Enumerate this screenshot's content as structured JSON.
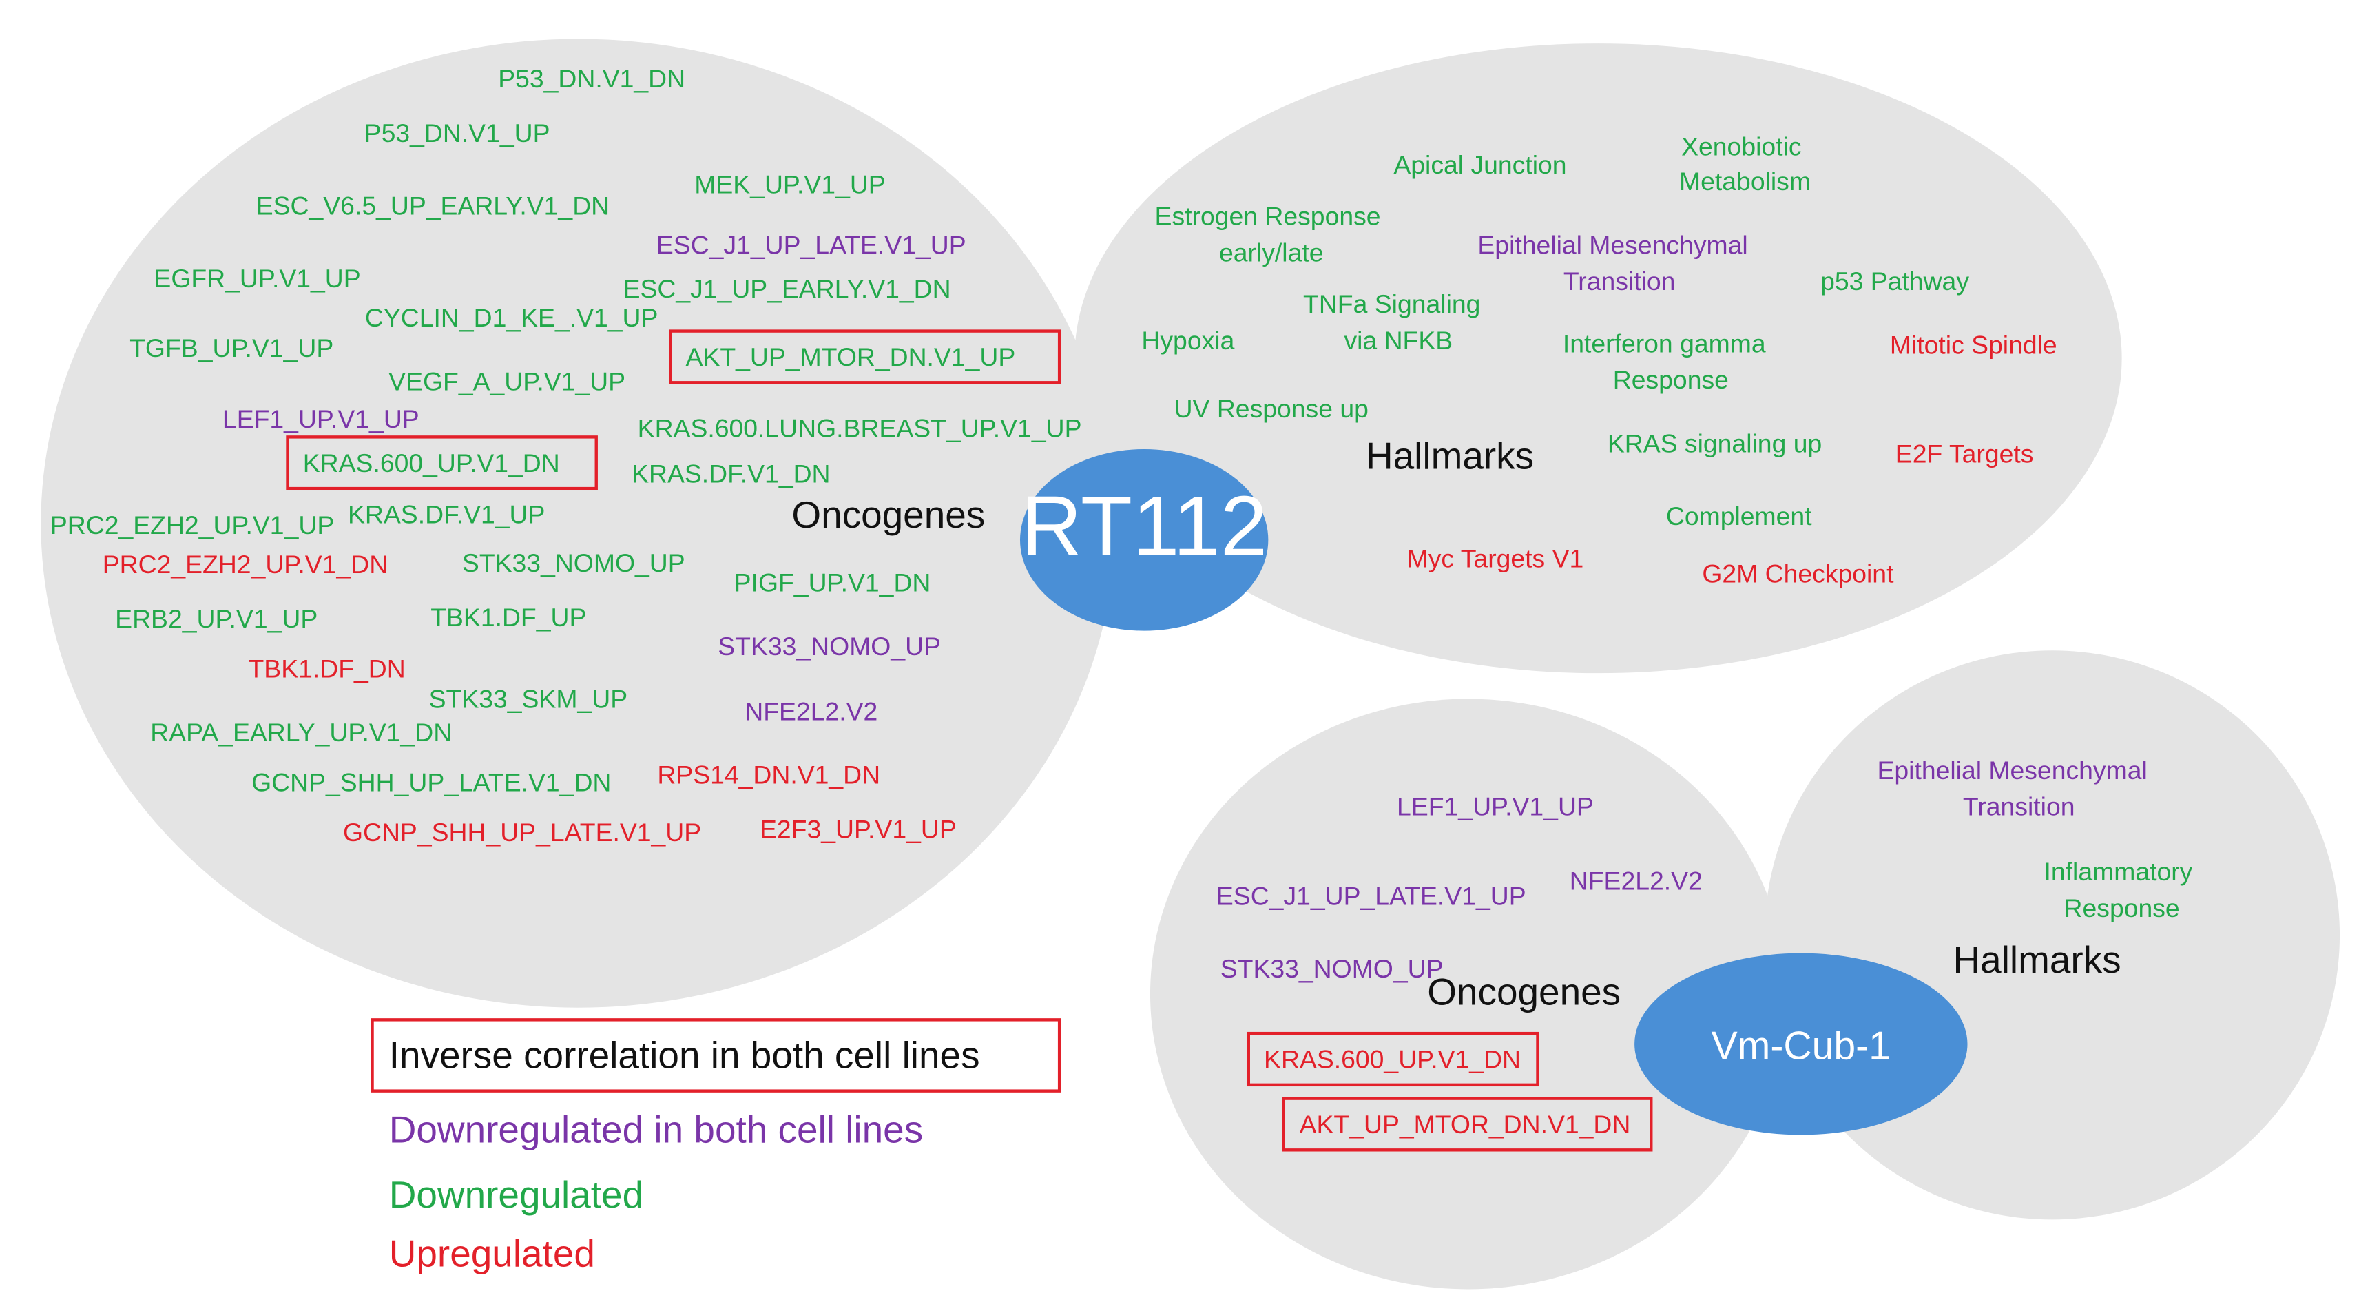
{
  "colors": {
    "ellipse_fill": "#e4e4e4",
    "center_fill": "#4a8fd6",
    "center_text": "#ffffff",
    "downregulated": "#22a84a",
    "downregulated_both": "#7a35a8",
    "upregulated": "#e3202a",
    "inverse_box": "#e3202a"
  },
  "rt112": {
    "cell_line": "RT112",
    "oncogenes": {
      "title": "Oncogenes",
      "genes": [
        {
          "label": "P53_DN.V1_DN",
          "class": "downregulated"
        },
        {
          "label": "P53_DN.V1_UP",
          "class": "downregulated"
        },
        {
          "label": "ESC_V6.5_UP_EARLY.V1_DN",
          "class": "downregulated"
        },
        {
          "label": "MEK_UP.V1_UP",
          "class": "downregulated"
        },
        {
          "label": "ESC_J1_UP_LATE.V1_UP",
          "class": "downregulated_both"
        },
        {
          "label": "EGFR_UP.V1_UP",
          "class": "downregulated"
        },
        {
          "label": "ESC_J1_UP_EARLY.V1_DN",
          "class": "downregulated"
        },
        {
          "label": "CYCLIN_D1_KE_.V1_UP",
          "class": "downregulated"
        },
        {
          "label": "TGFB_UP.V1_UP",
          "class": "downregulated"
        },
        {
          "label": "AKT_UP_MTOR_DN.V1_UP",
          "class": "downregulated",
          "inverse": true
        },
        {
          "label": "VEGF_A_UP.V1_UP",
          "class": "downregulated"
        },
        {
          "label": "LEF1_UP.V1_UP",
          "class": "downregulated_both"
        },
        {
          "label": "KRAS.600.LUNG.BREAST_UP.V1_UP",
          "class": "downregulated"
        },
        {
          "label": "KRAS.600_UP.V1_DN",
          "class": "downregulated",
          "inverse": true
        },
        {
          "label": "KRAS.DF.V1_DN",
          "class": "downregulated"
        },
        {
          "label": "PRC2_EZH2_UP.V1_UP",
          "class": "downregulated"
        },
        {
          "label": "KRAS.DF.V1_UP",
          "class": "downregulated"
        },
        {
          "label": "PRC2_EZH2_UP.V1_DN",
          "class": "upregulated"
        },
        {
          "label": "STK33_NOMO_UP",
          "class": "downregulated"
        },
        {
          "label": "PIGF_UP.V1_DN",
          "class": "downregulated"
        },
        {
          "label": "ERB2_UP.V1_UP",
          "class": "downregulated"
        },
        {
          "label": "TBK1.DF_UP",
          "class": "downregulated"
        },
        {
          "label": "STK33_NOMO_UP",
          "class": "downregulated_both"
        },
        {
          "label": "TBK1.DF_DN",
          "class": "upregulated"
        },
        {
          "label": "STK33_SKM_UP",
          "class": "downregulated"
        },
        {
          "label": "NFE2L2.V2",
          "class": "downregulated_both"
        },
        {
          "label": "RAPA_EARLY_UP.V1_DN",
          "class": "downregulated"
        },
        {
          "label": "GCNP_SHH_UP_LATE.V1_DN",
          "class": "downregulated"
        },
        {
          "label": "RPS14_DN.V1_DN",
          "class": "upregulated"
        },
        {
          "label": "GCNP_SHH_UP_LATE.V1_UP",
          "class": "upregulated"
        },
        {
          "label": "E2F3_UP.V1_UP",
          "class": "upregulated"
        }
      ]
    },
    "hallmarks": {
      "title": "Hallmarks",
      "genes": [
        {
          "label": "Apical Junction",
          "class": "downregulated"
        },
        {
          "label": "Xenobiotic Metabolism",
          "class": "downregulated"
        },
        {
          "label": "Estrogen Response early/late",
          "class": "downregulated"
        },
        {
          "label": "Epithelial Mesenchymal Transition",
          "class": "downregulated_both"
        },
        {
          "label": "p53 Pathway",
          "class": "downregulated"
        },
        {
          "label": "TNFa Signaling via NFKB",
          "class": "downregulated"
        },
        {
          "label": "Hypoxia",
          "class": "downregulated"
        },
        {
          "label": "Interferon gamma Response",
          "class": "downregulated"
        },
        {
          "label": "Mitotic Spindle",
          "class": "upregulated"
        },
        {
          "label": "UV Response up",
          "class": "downregulated"
        },
        {
          "label": "KRAS signaling up",
          "class": "downregulated"
        },
        {
          "label": "E2F Targets",
          "class": "upregulated"
        },
        {
          "label": "Complement",
          "class": "downregulated"
        },
        {
          "label": "Myc Targets V1",
          "class": "upregulated"
        },
        {
          "label": "G2M Checkpoint",
          "class": "upregulated"
        }
      ]
    }
  },
  "vmcub1": {
    "cell_line": "Vm-Cub-1",
    "oncogenes": {
      "title": "Oncogenes",
      "genes": [
        {
          "label": "LEF1_UP.V1_UP",
          "class": "downregulated_both"
        },
        {
          "label": "ESC_J1_UP_LATE.V1_UP",
          "class": "downregulated_both"
        },
        {
          "label": "NFE2L2.V2",
          "class": "downregulated_both"
        },
        {
          "label": "STK33_NOMO_UP",
          "class": "downregulated_both"
        },
        {
          "label": "KRAS.600_UP.V1_DN",
          "class": "upregulated",
          "inverse": true
        },
        {
          "label": "AKT_UP_MTOR_DN.V1_DN",
          "class": "upregulated",
          "inverse": true
        }
      ]
    },
    "hallmarks": {
      "title": "Hallmarks",
      "genes": [
        {
          "label": "Epithelial Mesenchymal Transition",
          "class": "downregulated_both"
        },
        {
          "label": "Inflammatory Response",
          "class": "downregulated"
        }
      ]
    }
  },
  "legend": {
    "inverse": "Inverse correlation in both cell lines",
    "down_both": "Downregulated in both cell lines",
    "down": "Downregulated",
    "up": "Upregulated"
  }
}
